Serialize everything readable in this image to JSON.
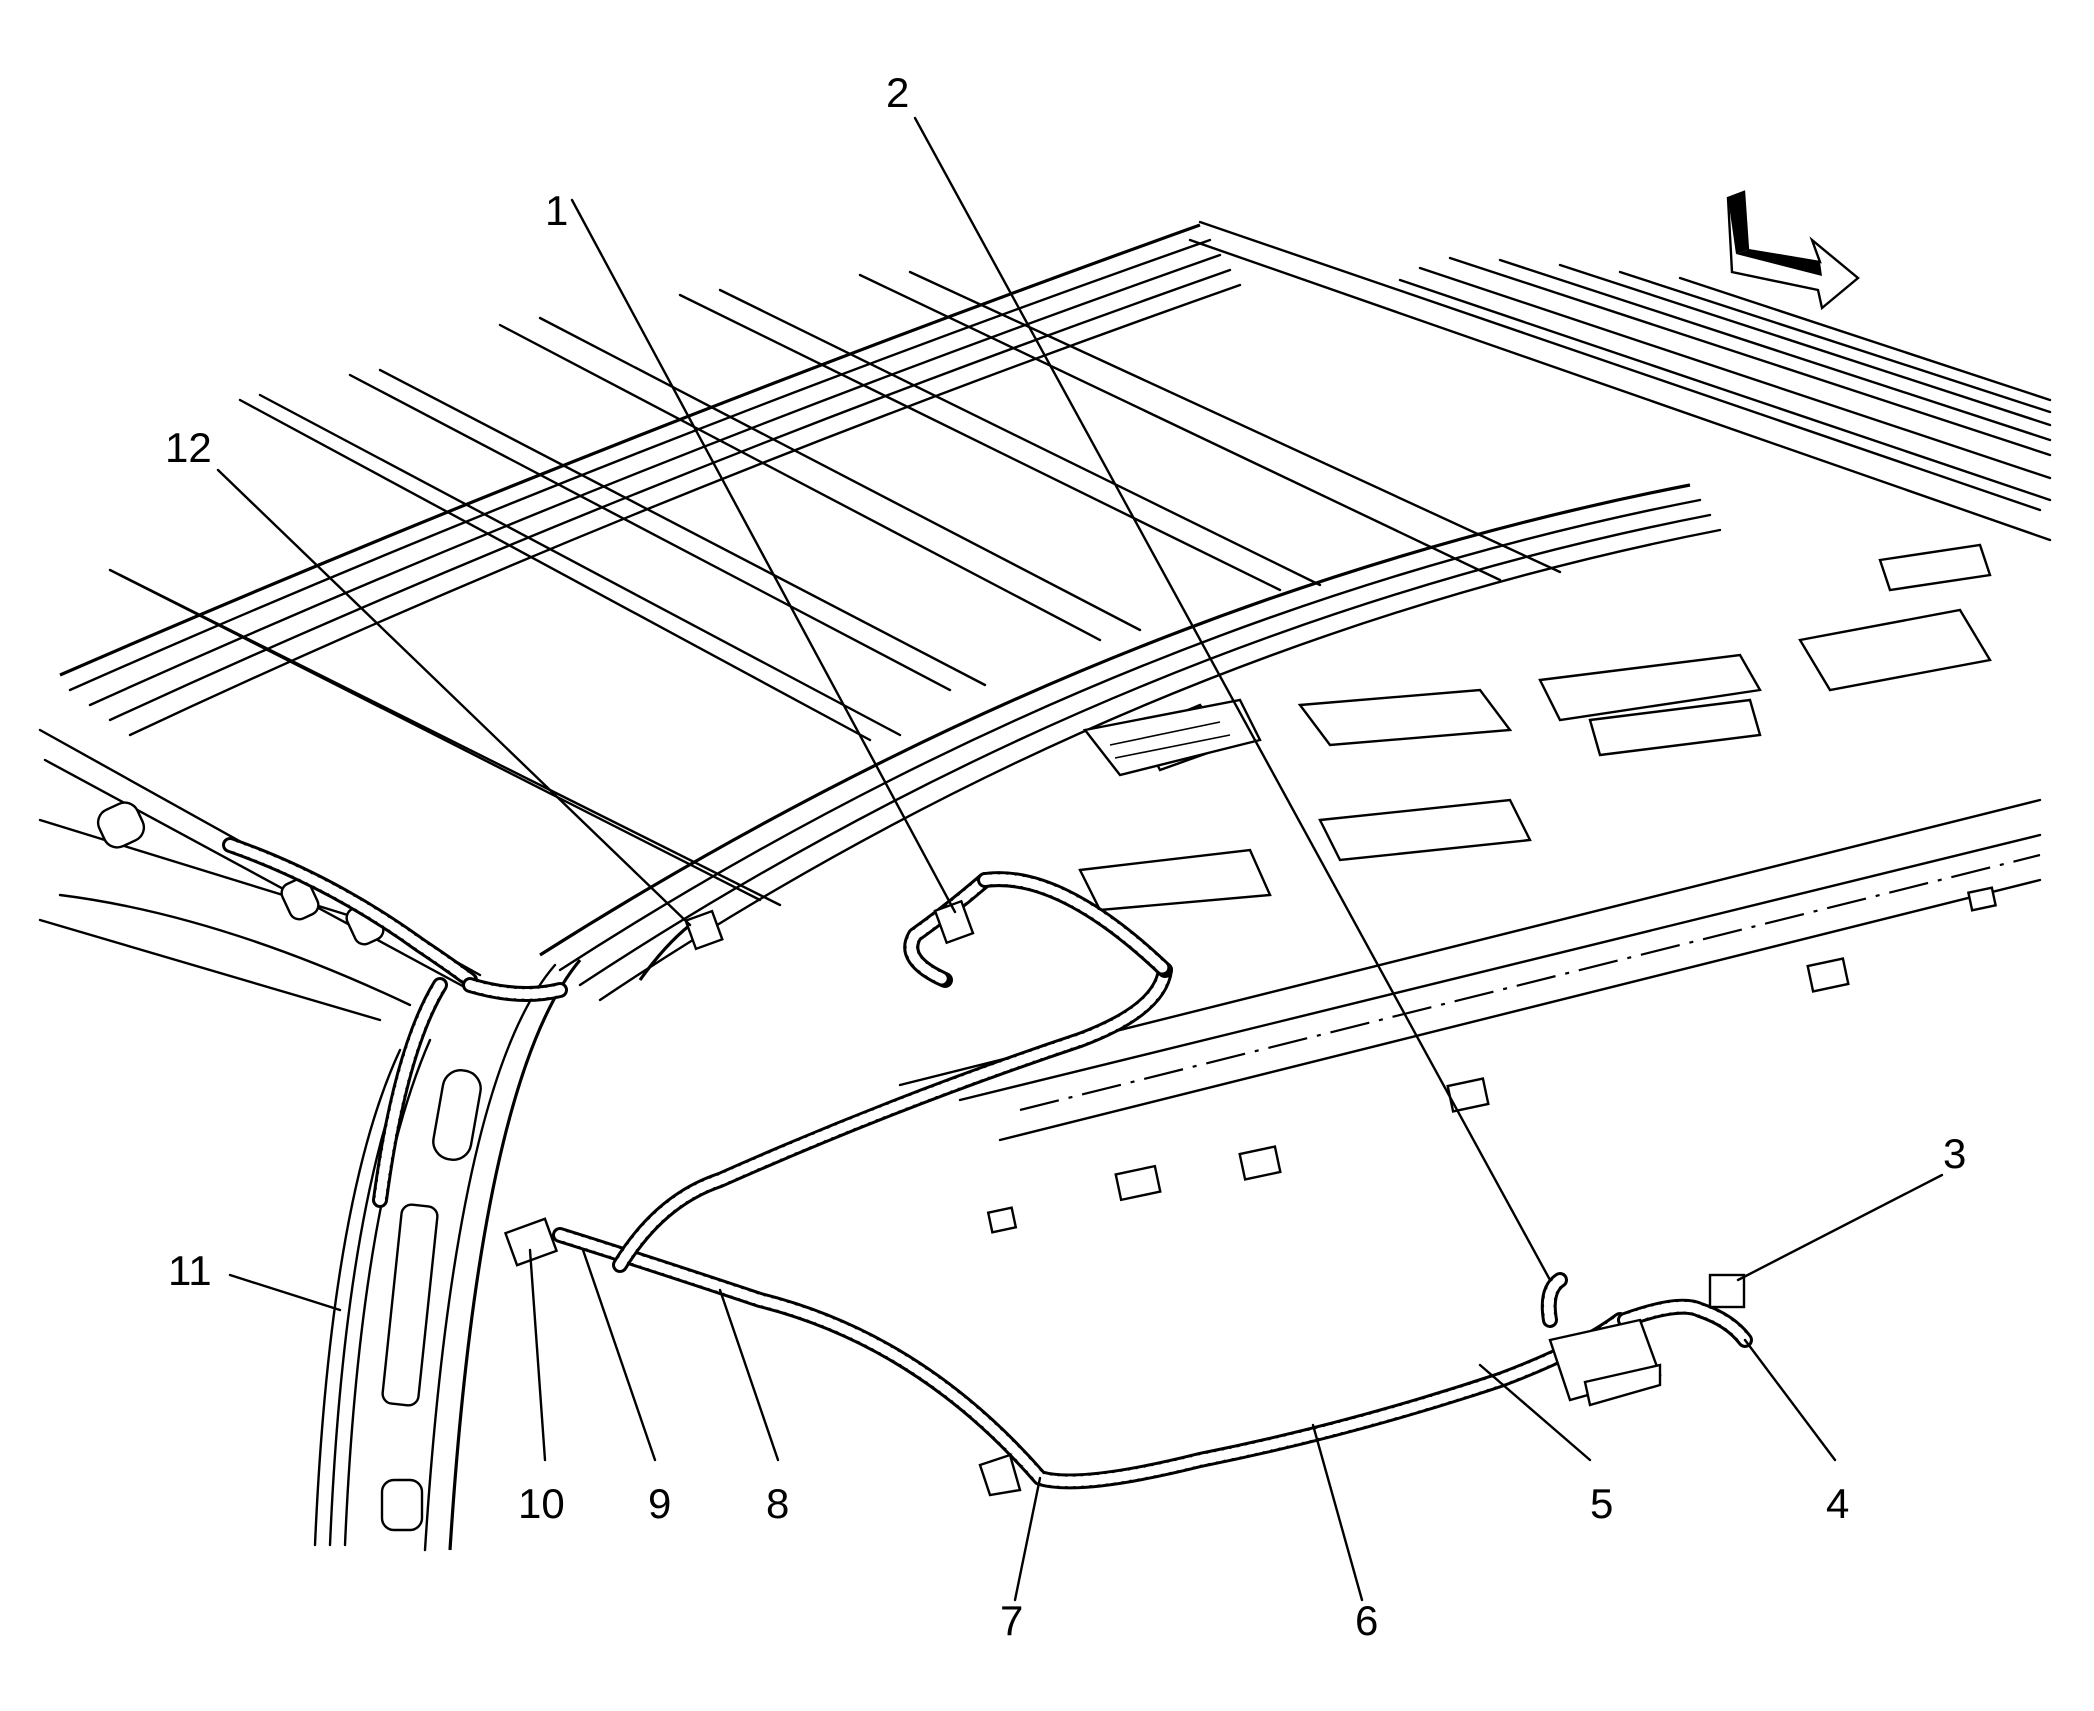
{
  "figure": {
    "callouts": [
      {
        "id": "1",
        "label": "1"
      },
      {
        "id": "2",
        "label": "2"
      },
      {
        "id": "3",
        "label": "3"
      },
      {
        "id": "4",
        "label": "4"
      },
      {
        "id": "5",
        "label": "5"
      },
      {
        "id": "6",
        "label": "6"
      },
      {
        "id": "7",
        "label": "7"
      },
      {
        "id": "8",
        "label": "8"
      },
      {
        "id": "9",
        "label": "9"
      },
      {
        "id": "10",
        "label": "10"
      },
      {
        "id": "11",
        "label": "11"
      },
      {
        "id": "12",
        "label": "12"
      }
    ],
    "direction_arrow": "forward-arrow-icon"
  }
}
